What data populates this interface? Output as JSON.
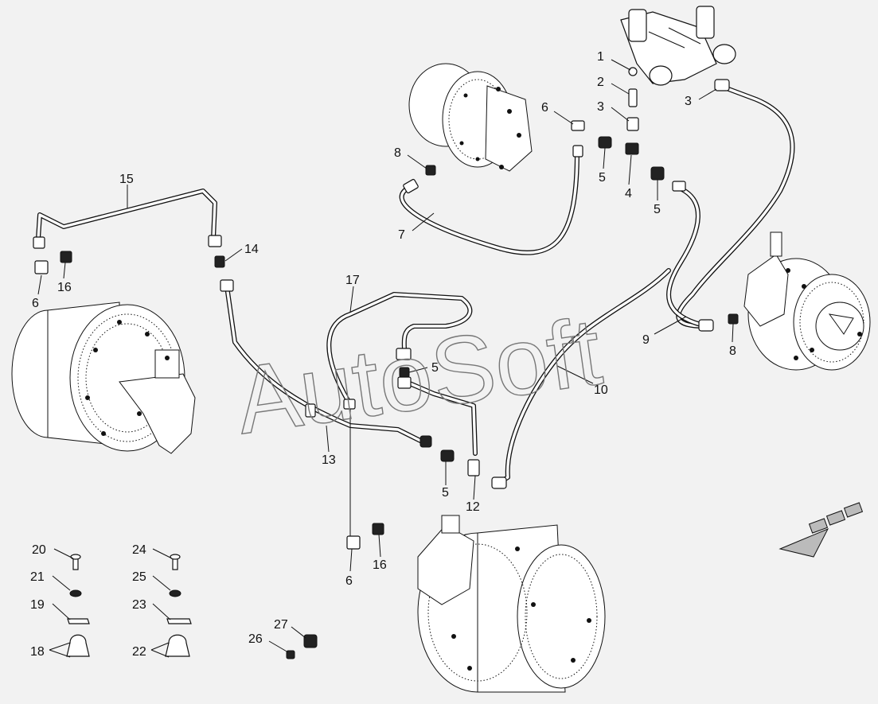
{
  "watermark": "AutoSoft",
  "callouts": [
    {
      "id": "c1",
      "text": "1"
    },
    {
      "id": "c2",
      "text": "2"
    },
    {
      "id": "c3a",
      "text": "3"
    },
    {
      "id": "c3b",
      "text": "3"
    },
    {
      "id": "c4",
      "text": "4"
    },
    {
      "id": "c5a",
      "text": "5"
    },
    {
      "id": "c5b",
      "text": "5"
    },
    {
      "id": "c5c",
      "text": "5"
    },
    {
      "id": "c5d",
      "text": "5"
    },
    {
      "id": "c6a",
      "text": "6"
    },
    {
      "id": "c6b",
      "text": "6"
    },
    {
      "id": "c6c",
      "text": "6"
    },
    {
      "id": "c7",
      "text": "7"
    },
    {
      "id": "c8a",
      "text": "8"
    },
    {
      "id": "c8b",
      "text": "8"
    },
    {
      "id": "c9",
      "text": "9"
    },
    {
      "id": "c10",
      "text": "10"
    },
    {
      "id": "c12",
      "text": "12"
    },
    {
      "id": "c13",
      "text": "13"
    },
    {
      "id": "c14",
      "text": "14"
    },
    {
      "id": "c15",
      "text": "15"
    },
    {
      "id": "c16a",
      "text": "16"
    },
    {
      "id": "c16b",
      "text": "16"
    },
    {
      "id": "c17",
      "text": "17"
    },
    {
      "id": "c18",
      "text": "18"
    },
    {
      "id": "c19",
      "text": "19"
    },
    {
      "id": "c20",
      "text": "20"
    },
    {
      "id": "c21",
      "text": "21"
    },
    {
      "id": "c22",
      "text": "22"
    },
    {
      "id": "c23",
      "text": "23"
    },
    {
      "id": "c24",
      "text": "24"
    },
    {
      "id": "c25",
      "text": "25"
    },
    {
      "id": "c26",
      "text": "26"
    },
    {
      "id": "c27",
      "text": "27"
    }
  ],
  "direction_arrow_icon": "direction-arrow-icon",
  "line_color": "#111111",
  "background_color": "#f2f2f2"
}
